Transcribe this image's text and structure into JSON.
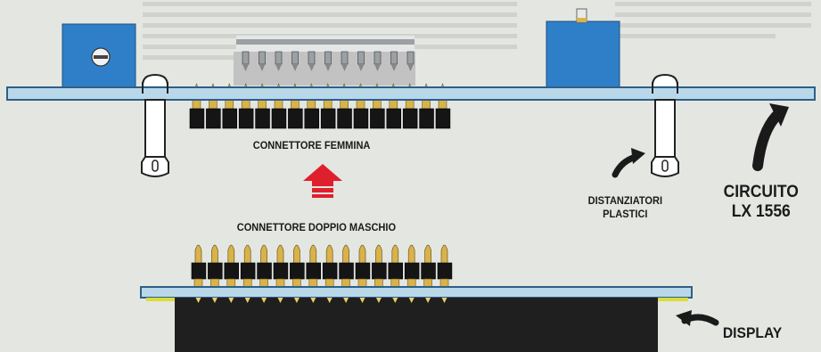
{
  "labels": {
    "female_connector": "CONNETTORE FEMMINA",
    "double_male_connector": "CONNETTORE DOPPIO MASCHIO",
    "spacers_line1": "DISTANZIATORI",
    "spacers_line2": "PLASTICI",
    "circuit_line1": "CIRCUITO",
    "circuit_line2": "LX 1556",
    "display": "DISPLAY"
  },
  "counts": {
    "female_connector_pins": 16,
    "male_connector_pins": 16,
    "ic_pins_per_side": 11
  },
  "colors": {
    "background": "#e4e6e2",
    "pcb": "#b8d8ea",
    "pcb_edge": "#2f5f86",
    "component_blue": "#2f7fc8",
    "connector_black": "#151515",
    "pin_gold": "#d9b24a",
    "insertion_arrow": "#e01f2c",
    "spacer_white": "#ffffff",
    "display_body": "#1f1f1f",
    "display_bezel": "#dcdc3a"
  },
  "icons": {
    "trimmer": "trimmer-screw-icon",
    "insert_arrow": "red-up-arrow-icon",
    "pointer": "curved-black-arrow-icon"
  }
}
